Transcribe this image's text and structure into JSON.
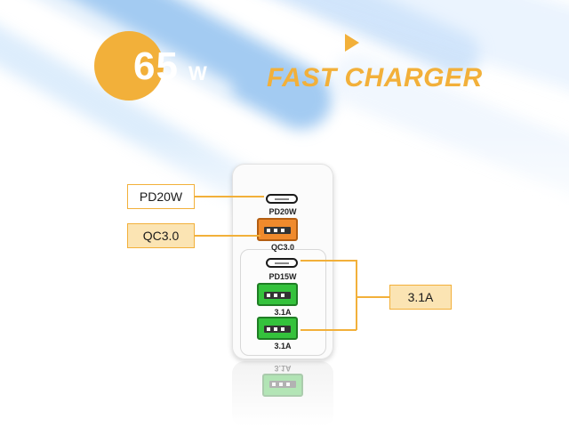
{
  "banner": {
    "wattage_number": "65",
    "wattage_unit": "W",
    "headline": "FAST CHARGER"
  },
  "charger": {
    "ports": [
      {
        "type": "USB-C",
        "label": "PD20W"
      },
      {
        "type": "USB-A",
        "label": "QC3.0",
        "color": "#f08a2c"
      },
      {
        "type": "USB-C",
        "label": "PD15W"
      },
      {
        "type": "USB-A",
        "label": "3.1A",
        "color": "#34c23c"
      },
      {
        "type": "USB-A",
        "label": "3.1A",
        "color": "#34c23c"
      }
    ],
    "reflection_label": "3.1A"
  },
  "callouts": {
    "pd20w": "PD20W",
    "qc30": "QC3.0",
    "group_31a": "3.1A"
  },
  "colors": {
    "accent": "#f2b03a",
    "qc_port": "#f08a2c",
    "standard_port": "#34c23c"
  }
}
